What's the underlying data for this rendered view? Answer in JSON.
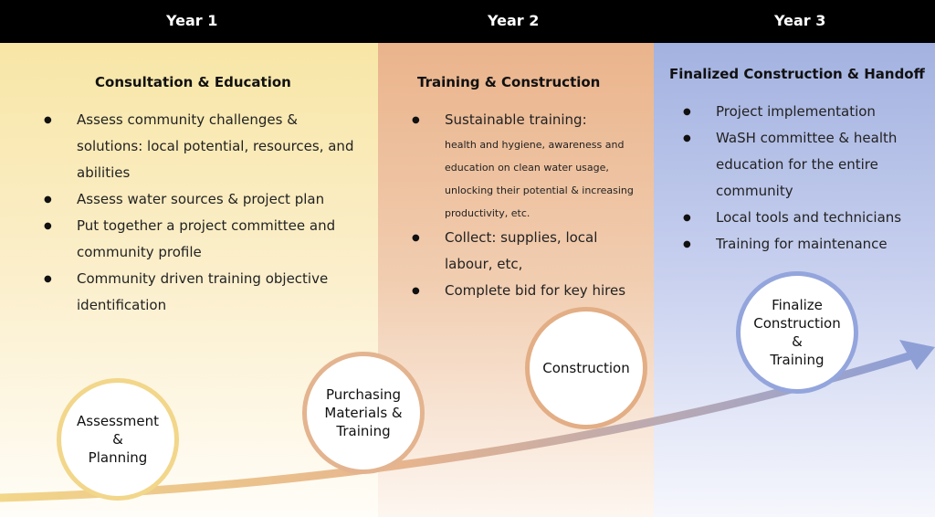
{
  "years": [
    "Year 1",
    "Year 2",
    "Year 3"
  ],
  "columns": [
    {
      "heading": "Consultation & Education",
      "bullets": [
        "Assess community challenges & solutions: local potential, resources, and abilities",
        "Assess water sources & project plan",
        "Put together a project committee and community profile",
        "Community driven training objective identification"
      ]
    },
    {
      "heading": "Training & Construction",
      "bullets": [
        {
          "main": "Sustainable training:",
          "detail": "health and hygiene, awareness and education on clean water usage, unlocking their potential & increasing productivity, etc."
        },
        "Collect: supplies, local labour, etc,",
        "Complete bid for key hires"
      ]
    },
    {
      "heading": "Finalized Construction & Handoff",
      "bullets": [
        "Project implementation",
        "WaSH committee & health education for the entire community",
        "Local tools and technicians",
        "Training for maintenance"
      ]
    }
  ],
  "stages": [
    "Assessment\n&\nPlanning",
    "Purchasing\nMaterials &\nTraining",
    "Construction",
    "Finalize\nConstruction\n&\nTraining"
  ],
  "colors": {
    "year1": "#f8e6a6",
    "year2": "#eab48c",
    "year3": "#a3b2e0",
    "arrow_start": "#f2d68a",
    "arrow_mid": "#e6b48e",
    "arrow_end": "#8e9fd6"
  }
}
